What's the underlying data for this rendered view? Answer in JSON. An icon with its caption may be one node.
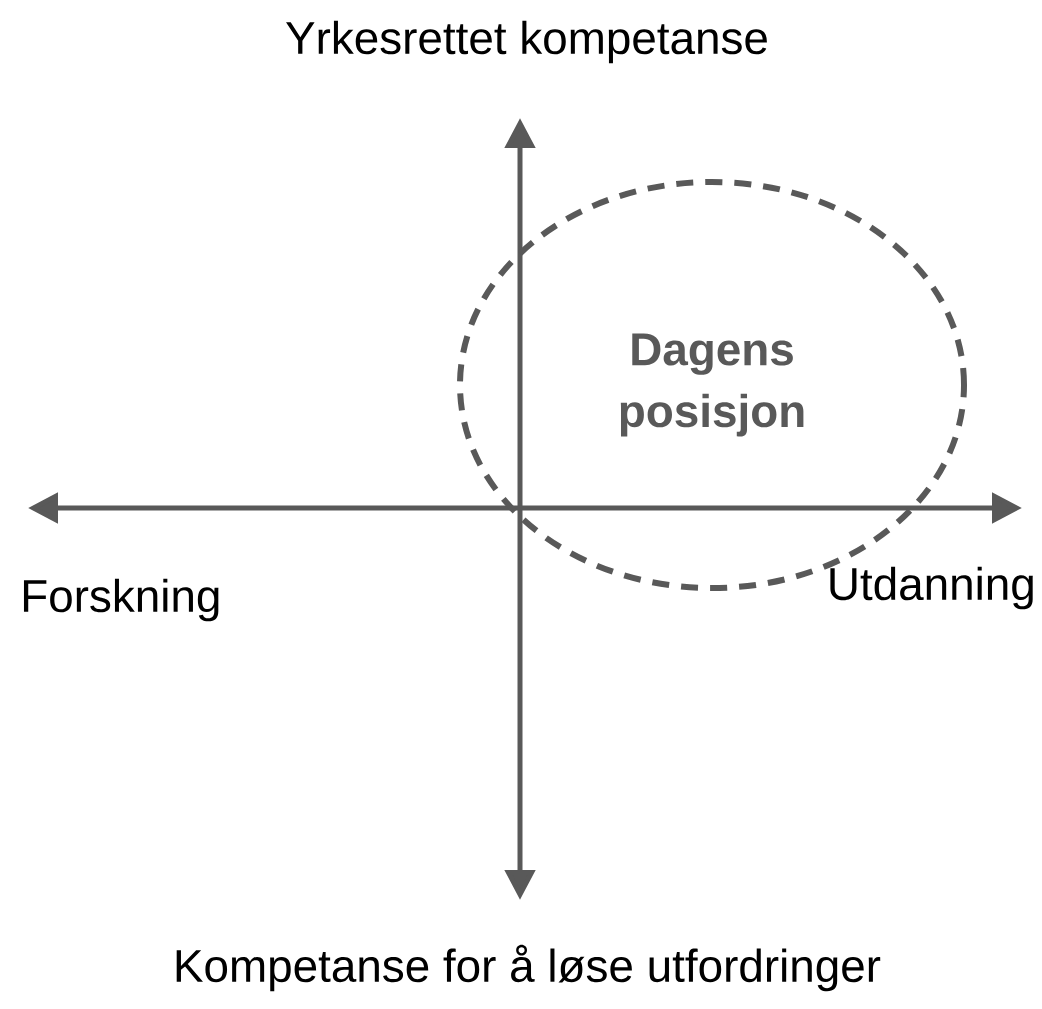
{
  "diagram": {
    "nodes": [
      {
        "text": [
          "Dagens posisjon"
        ]
      }
    ],
    "labels": [
      "Yrkesrettet kompetanse",
      "Forskning",
      "Utdanning",
      "Kompetanse for å løse utfordringer"
    ]
  }
}
